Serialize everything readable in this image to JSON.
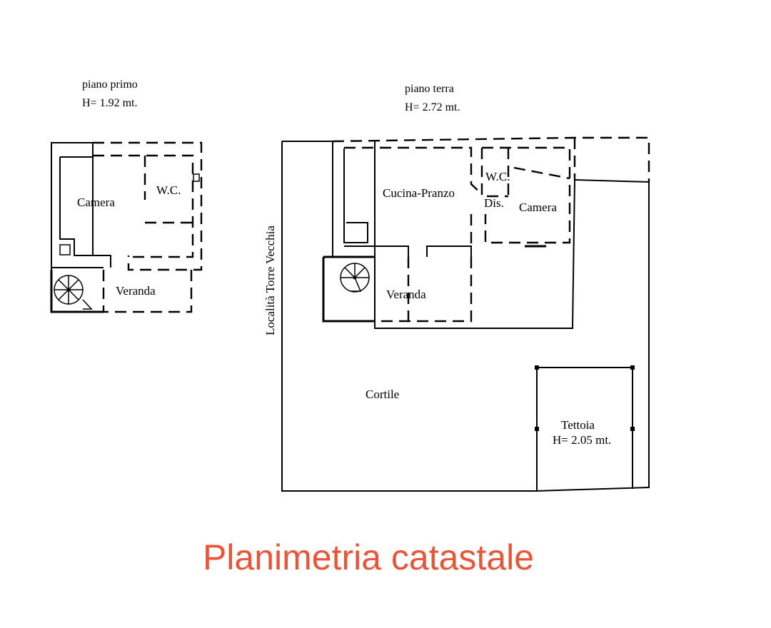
{
  "first_floor": {
    "title": "piano primo",
    "height": "H= 1.92 mt.",
    "rooms": {
      "camera": "Camera",
      "wc": "W.C.",
      "veranda": "Veranda"
    }
  },
  "ground_floor": {
    "title": "piano terra",
    "height": "H= 2.72 mt.",
    "rooms": {
      "kitchen": "Cucina-Pranzo",
      "wc": "W.C.",
      "dis": "Dis.",
      "camera": "Camera",
      "veranda": "Veranda",
      "courtyard": "Cortile",
      "canopy": "Tettoia",
      "canopy_height": "H= 2.05 mt."
    },
    "street": "Località Torre Vecchia"
  },
  "caption": "Planimetria catastale",
  "colors": {
    "caption": "#e8563a",
    "lines": "#000000"
  }
}
